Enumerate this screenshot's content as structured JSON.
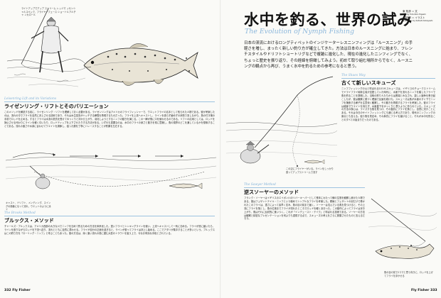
{
  "left_page": {
    "caption_top": "ライトアップでアップ ストリーム レッジマ ッセンシャルスペック、フライヤーフェース ショートルアルチャ ンカロール",
    "section1": {
      "en": "Leisenring Lift and its Variations",
      "title": "ライゼンリング・リフトとそのバリエーション",
      "body": "このメソッドを解説する前に、ライゼンリング・リフトを理解しておく必要がある。ライゼンリングはアメリカのフライフィッシャーで、ウエットフライの名手として知られた人物である。彼が考案したのは、流れの中でフライを自然に浮上させる技術であり、それは水生昆虫がハッチする瞬間を再現するものだった。フライを上流へキャストし、ラインを張らず緩めずの状態で流しながら、魚の付き場の手前でロッドを止める。するとフライは水流の抵抗を受けてゆっくりと浮かび上がり、羽化しようとするニンフの動きを演じる。この一瞬が魚に口を使わせるのである。リフトの応用としては、ロッドを静止させる代わりにラインを軽く引いたり、ロッドティップを上下させたりする方法がある。いずれも重要なのは、水中のフライの深さと動きを常に意識し、魚の視界のどこを通しているかを想像することである。流れの速さや水深に合わせてウエイトを調節し、狙った層を丁寧にトレースすることが釣果を左右する。"
    },
    "fig2_caption": "キャスト、ドリフト、メンディング、スイングの順番になって流れ、ウエットのように泳ぐ",
    "section2": {
      "en": "The Brooks Method",
      "title": "ブルックス・メソッド",
      "body": "チャールズ・ブルックスは、アメリカ西部の大きな川でニンフを沈めて釣るための方法を体系化した。重いフライとシンキングラインを使い、上流へキャストして一気に沈める。フライが底に届いたら、ラインを張りながらロッドを下流へ送り、流れとともに自然に漂わせる。フライが自分の正面を過ぎると、ラインが張ってフライは浮上し始める。ここでアタリが集中することが多いという。ブルックスはこの釣り方を「ローリング・ニンフ」と呼ぶこともあった。彼の方法は、深く速い流れの底に潜む大型のトラウトを狙う上で、今なお有効な手段とされている。"
    },
    "folio": "332  Fly Fisher"
  },
  "right_page": {
    "title": "水中を釣る、世界の試み",
    "subtitle": "The Evolution of Nymph Fishing",
    "author_lines": [
      "東 知彦 = 文",
      "Text by Tomohiko Higashi",
      "小林 訓 = イラスト",
      "Illustration by Satoshi Kobayashi"
    ],
    "lead": "日本の渓流におけるロングティペットのインジケーターレスニンフィングは「ルースニング」の手軽さを増し、まったく新しい釣り方が確立してきた。方法は日本のルースニングに始まり、フレンチスタイルやドリフトショートリグなどで複雑に進化した、現在の進化したニンフィングでなく、ちょっと歴史を振り返り、その経緯を俯瞰してみよう。初めて取り組む場所からでなく、ルースニングの観点から再び、うまく水中を釣るための参考になると思う。",
    "section3": {
      "en": "The Skues Way",
      "title": "古くて新しいスキューズ",
      "body": "ニンフフィッシングの父と呼ばれるG.E.M.スキューズは、イギリスのチョークストリームでドライフライ純粋主義が支配していた時代に、水面下を流れるニンフを模したフライで魚を釣ることを提唱した。当時の釣り人たちからは異端とみなされ、激しい論争を巻き起こしたが、彼は観察に基づく理論で反論を続けた。スキューズは魚が水面のすぐ下でニンフを捕食する様子を注意深く観察し、その動きを再現するフライを考案した。彼のフライは細身でウエイトを持たず、水面直下をゆっくりと漂うように作られていた。スキューズの方法の核心は、ライズする魚を見つけ、その直前にフライを落とし、自然に流すことにある。それは今日のサイトフィッシングにも通じる考え方であり、現代のニンフィングの原点とも言える。狙う魚を見定め、その鼻先にフライを届けること、それが水中を釣ることのすべての始まりだったのである。"
    },
    "fig3_caption": "この辺にフライヤーがいる。ラインをしっかり張ってアップストリームで流す",
    "section4": {
      "en": "The Sawyer Method",
      "title": "逆スソーヤーのメソッド",
      "body": "フランク・ソーヤーはイギリスのエイボン川のリバーキーパーとして長年にわたって鱒の生態を観察し続けた人物である。彼はフェザントテイル・ニンフという極めてシンプルなフライを考案した。銅線とフェザントの羽だけで巻かれたこのフライは、重さによって素早く沈み、魚の目の前まで届く。ソーヤーは沈んでいる魚を見つけると、その上流にフライを落とし、魚の位置までフライが流れたところでロッドを軽くあおった。この動作によってフライは浮き上がり、魚はそれに反射的に食いつく。これが「インデュースト・テイク」と呼ばれる技術である。ソーヤーの方法は観察と精密なプレゼンテーションを何よりも重視する点で、スキューズの考えをさらに発展させたものと言えるだろう。"
    },
    "fig4_caption": "魚の目の前で2コマと思う向きに、ロッドを上げてフライを浮かせる",
    "folio": "Fly Fisher  333"
  }
}
